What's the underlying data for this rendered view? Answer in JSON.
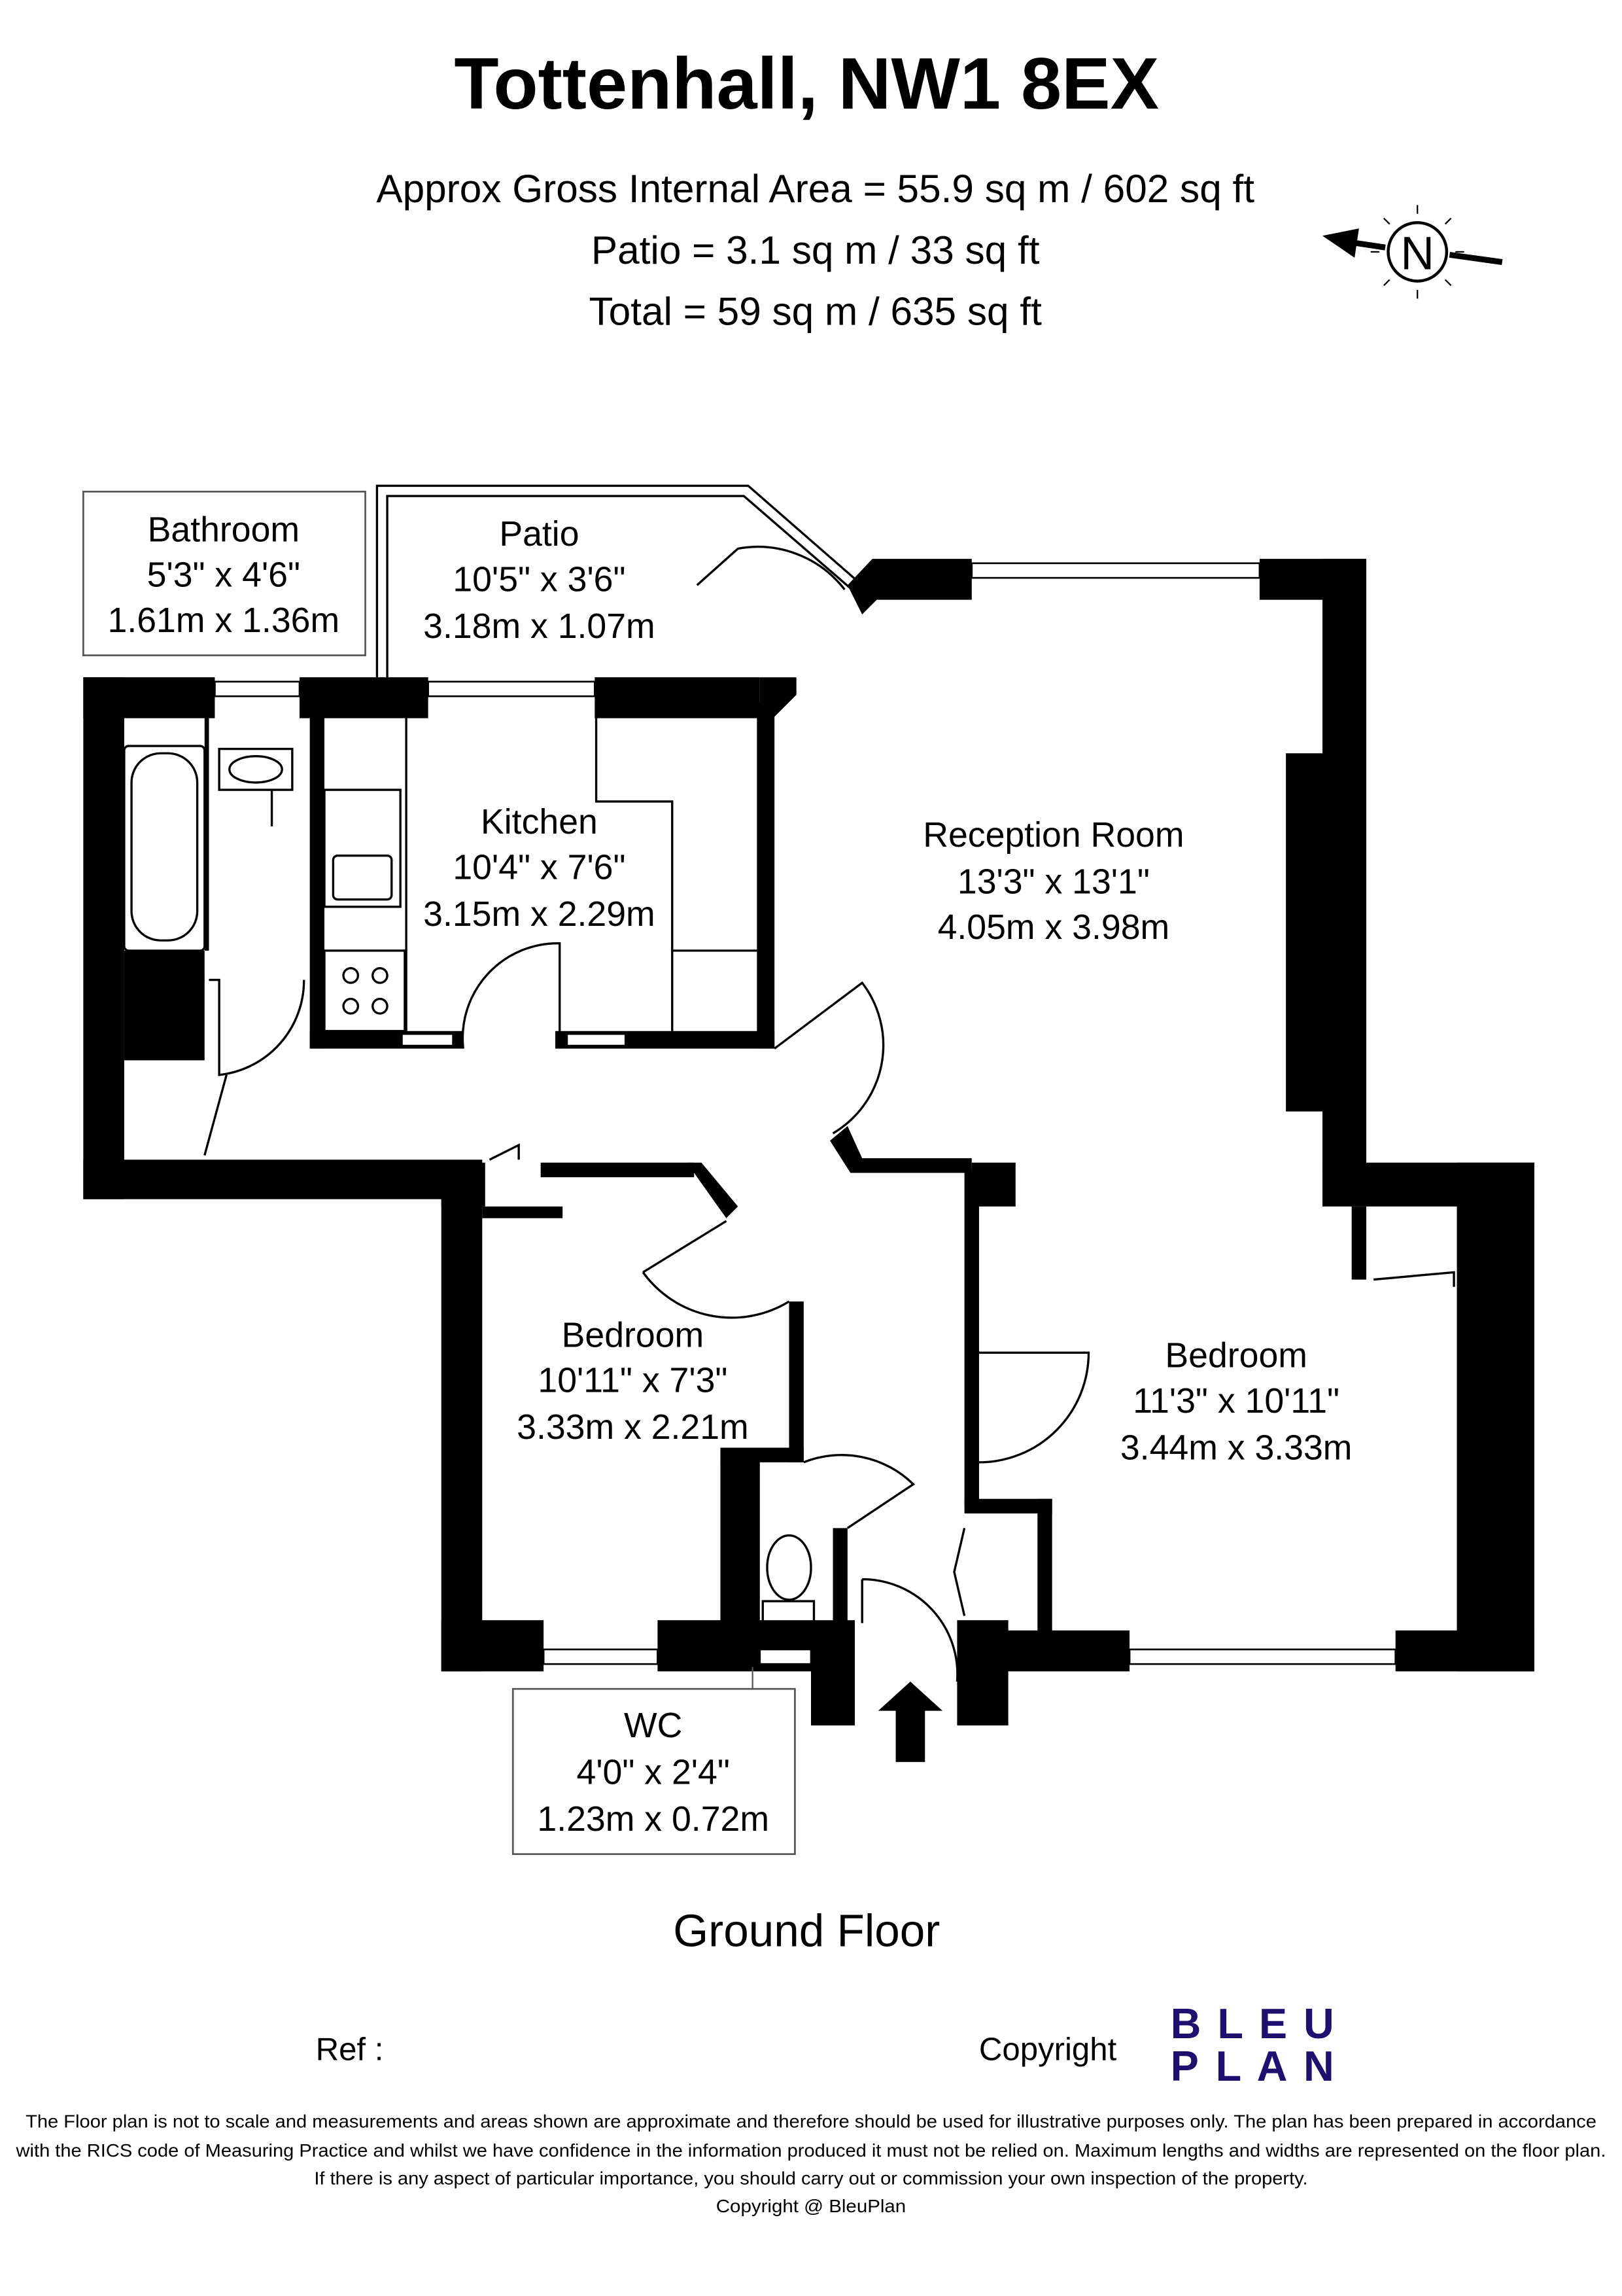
{
  "header": {
    "title": "Tottenhall, NW1 8EX",
    "area_lines": [
      "Approx Gross Internal Area = 55.9 sq m / 602 sq ft",
      "Patio = 3.1 sq m / 33 sq ft",
      "Total = 59 sq m / 635 sq ft"
    ],
    "compass_label": "N",
    "compass_icon": "north-arrow-icon"
  },
  "rooms": {
    "bathroom": {
      "name": "Bathroom",
      "imperial": "5'3\" x 4'6\"",
      "metric": "1.61m x 1.36m"
    },
    "patio": {
      "name": "Patio",
      "imperial": "10'5\" x 3'6\"",
      "metric": "3.18m x 1.07m"
    },
    "kitchen": {
      "name": "Kitchen",
      "imperial": "10'4\" x 7'6\"",
      "metric": "3.15m x 2.29m"
    },
    "reception": {
      "name": "Reception Room",
      "imperial": "13'3\" x 13'1\"",
      "metric": "4.05m x 3.98m"
    },
    "bedroom1": {
      "name": "Bedroom",
      "imperial": "10'11\" x 7'3\"",
      "metric": "3.33m x 2.21m"
    },
    "bedroom2": {
      "name": "Bedroom",
      "imperial": "11'3\" x 10'11\"",
      "metric": "3.44m x 3.33m"
    },
    "wc": {
      "name": "WC",
      "imperial": "4'0\" x 2'4\"",
      "metric": "1.23m x 0.72m"
    }
  },
  "floor_label": "Ground Floor",
  "footer": {
    "ref_label": "Ref  :",
    "copyright_label": "Copyright",
    "logo_line1": "B L E U",
    "logo_line2": "P L A N",
    "logo_color": "#1f1070",
    "disclaimer": [
      "The Floor plan is not to scale and measurements and areas shown are approximate and therefore should be used for illustrative purposes only. The plan has been prepared in accordance",
      "with the RICS code of Measuring Practice and whilst we have confidence in the information produced it must not be relied on. Maximum lengths and widths are represented on the floor plan.",
      "If there is any aspect of particular importance, you should carry out or commission your own inspection of the property.",
      "Copyright @ BleuPlan"
    ]
  }
}
